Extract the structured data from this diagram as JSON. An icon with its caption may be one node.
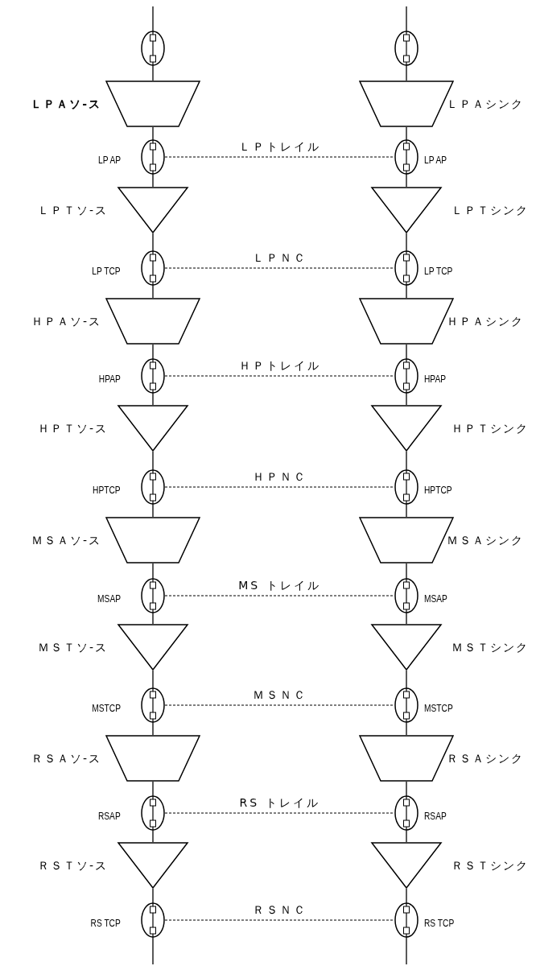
{
  "diagram": {
    "nodes": [
      {
        "text": [],
        "shape": "ellipse"
      },
      {
        "text": [],
        "shape": "ellipse"
      },
      {
        "text": [
          "ＬＰＡソ-ス"
        ]
      },
      {
        "text": [
          "ＬＰＡシンク"
        ]
      },
      {
        "text": [
          "LP AP"
        ]
      },
      {
        "text": [
          "LP AP"
        ]
      },
      {
        "text": [
          "ＬＰＴソ-ス"
        ]
      },
      {
        "text": [
          "ＬＰＴシンク"
        ]
      },
      {
        "text": [
          "LP TCP"
        ]
      },
      {
        "text": [
          "LP TCP"
        ]
      },
      {
        "text": [
          "ＨＰＡソ-ス"
        ]
      },
      {
        "text": [
          "ＨＰＡシンク"
        ]
      },
      {
        "text": [
          "HPAP"
        ]
      },
      {
        "text": [
          "HPAP"
        ]
      },
      {
        "text": [
          "ＨＰＴソ-ス"
        ]
      },
      {
        "text": [
          "ＨＰＴシンク"
        ]
      },
      {
        "text": [
          "HPTCP"
        ]
      },
      {
        "text": [
          "HPTCP"
        ]
      },
      {
        "text": [
          "ＭＳＡソ-ス"
        ]
      },
      {
        "text": [
          "ＭＳＡシンク"
        ]
      },
      {
        "text": [
          "MSAP"
        ]
      },
      {
        "text": [
          "MSAP"
        ]
      },
      {
        "text": [
          "ＭＳＴソ-ス"
        ]
      },
      {
        "text": [
          "ＭＳＴシンク"
        ]
      },
      {
        "text": [
          "MSTCP"
        ]
      },
      {
        "text": [
          "MSTCP"
        ]
      },
      {
        "text": [
          "ＲＳＡソ-ス"
        ]
      },
      {
        "text": [
          "ＲＳＡシンク"
        ]
      },
      {
        "text": [
          "RSAP"
        ]
      },
      {
        "text": [
          "RSAP"
        ]
      },
      {
        "text": [
          "ＲＳＴソ-ス"
        ]
      },
      {
        "text": [
          "ＲＳＴシンク"
        ]
      },
      {
        "text": [
          "RS TCP"
        ]
      },
      {
        "text": [
          "RS TCP"
        ]
      }
    ],
    "edges": [
      {
        "from": null,
        "to": 0,
        "arrow": "none"
      },
      {
        "from": null,
        "to": 1,
        "arrow": "none"
      },
      {
        "from": 0,
        "to": 2,
        "arrow": "none"
      },
      {
        "from": 1,
        "to": 3,
        "arrow": "none"
      },
      {
        "from": 2,
        "to": 4,
        "arrow": "none"
      },
      {
        "from": 3,
        "to": 5,
        "arrow": "none"
      },
      {
        "from": 4,
        "to": 5,
        "label": "ＬＰトレイル",
        "arrow": "none",
        "style": "dashed"
      },
      {
        "from": 4,
        "to": 6,
        "arrow": "none"
      },
      {
        "from": 5,
        "to": 7,
        "arrow": "none"
      },
      {
        "from": 6,
        "to": 8,
        "arrow": "none"
      },
      {
        "from": 7,
        "to": 9,
        "arrow": "none"
      },
      {
        "from": 8,
        "to": 9,
        "label": "ＬＰＮＣ",
        "arrow": "none",
        "style": "dashed"
      },
      {
        "from": 8,
        "to": 10,
        "arrow": "none"
      },
      {
        "from": 9,
        "to": 11,
        "arrow": "none"
      },
      {
        "from": 10,
        "to": 12,
        "arrow": "none"
      },
      {
        "from": 11,
        "to": 13,
        "arrow": "none"
      },
      {
        "from": 12,
        "to": 13,
        "label": "ＨＰトレイル",
        "arrow": "none",
        "style": "dashed"
      },
      {
        "from": 12,
        "to": 14,
        "arrow": "none"
      },
      {
        "from": 13,
        "to": 15,
        "arrow": "none"
      },
      {
        "from": 14,
        "to": 16,
        "arrow": "none"
      },
      {
        "from": 15,
        "to": 17,
        "arrow": "none"
      },
      {
        "from": 16,
        "to": 17,
        "label": "ＨＰＮＣ",
        "arrow": "none",
        "style": "dashed"
      },
      {
        "from": 16,
        "to": 18,
        "arrow": "none"
      },
      {
        "from": 17,
        "to": 19,
        "arrow": "none"
      },
      {
        "from": 18,
        "to": 20,
        "arrow": "none"
      },
      {
        "from": 19,
        "to": 21,
        "arrow": "none"
      },
      {
        "from": 20,
        "to": 21,
        "label": "MS トレイル",
        "arrow": "none",
        "style": "dashed"
      },
      {
        "from": 20,
        "to": 22,
        "arrow": "none"
      },
      {
        "from": 21,
        "to": 23,
        "arrow": "none"
      },
      {
        "from": 22,
        "to": 24,
        "arrow": "none"
      },
      {
        "from": 23,
        "to": 25,
        "arrow": "none"
      },
      {
        "from": 24,
        "to": 25,
        "label": "ＭＳＮＣ",
        "arrow": "none",
        "style": "dashed"
      },
      {
        "from": 24,
        "to": 26,
        "arrow": "none"
      },
      {
        "from": 25,
        "to": 27,
        "arrow": "none"
      },
      {
        "from": 26,
        "to": 28,
        "arrow": "none"
      },
      {
        "from": 27,
        "to": 29,
        "arrow": "none"
      },
      {
        "from": 28,
        "to": 29,
        "label": "RS トレイル",
        "arrow": "none",
        "style": "dashed"
      },
      {
        "from": 28,
        "to": 30,
        "arrow": "none"
      },
      {
        "from": 29,
        "to": 31,
        "arrow": "none"
      },
      {
        "from": 30,
        "to": 32,
        "arrow": "none"
      },
      {
        "from": 31,
        "to": 33,
        "arrow": "none"
      },
      {
        "from": 32,
        "to": 33,
        "label": "ＲＳＮＣ",
        "arrow": "none",
        "style": "dashed"
      },
      {
        "from": 32,
        "to": null,
        "arrow": "none"
      },
      {
        "from": 33,
        "to": null,
        "arrow": "none"
      }
    ]
  }
}
